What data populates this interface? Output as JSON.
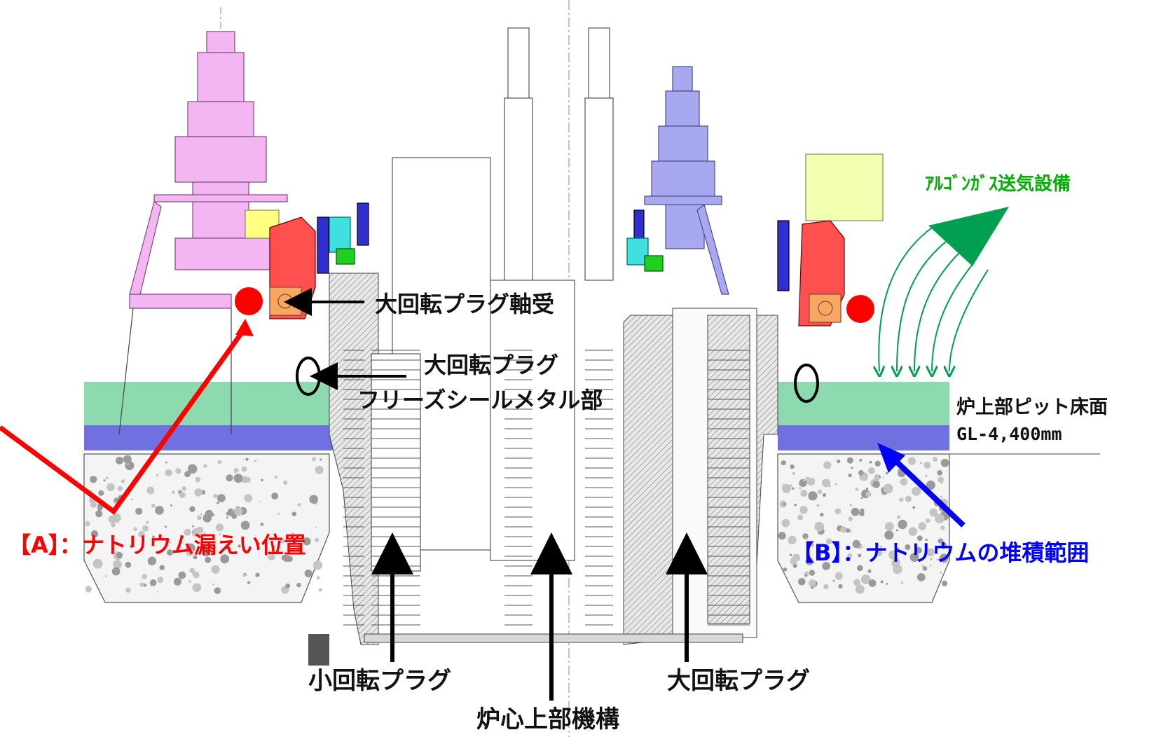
{
  "labels": {
    "large_plug_bearing": "大回転プラグ軸受",
    "freeze_seal_line1": "大回転プラグ",
    "freeze_seal_line2": "フリーズシールメタル部",
    "pit_floor_line1": "炉上部ピット床面",
    "pit_floor_line2": "GL-4,400mm",
    "argon_gas": "ｱﾙｺﾞﾝｶﾞｽ送気設備",
    "leak_position": "【A】：ナトリウム漏えい位置",
    "deposit_range": "【B】：ナトリウムの堆積範囲",
    "small_rotating_plug": "小回転プラグ",
    "large_rotating_plug": "大回転プラグ",
    "core_upper_structure": "炉心上部機構"
  },
  "colors": {
    "leak_marker": "#ff0000",
    "deposit_arrow": "#0000ff",
    "argon_arrow": "#00a050",
    "argon_text": "#00b000",
    "pit_floor_band": "#7fd6a4",
    "floor_band_blue": "#7070e0",
    "concrete_dots": "#9a9a9a"
  }
}
